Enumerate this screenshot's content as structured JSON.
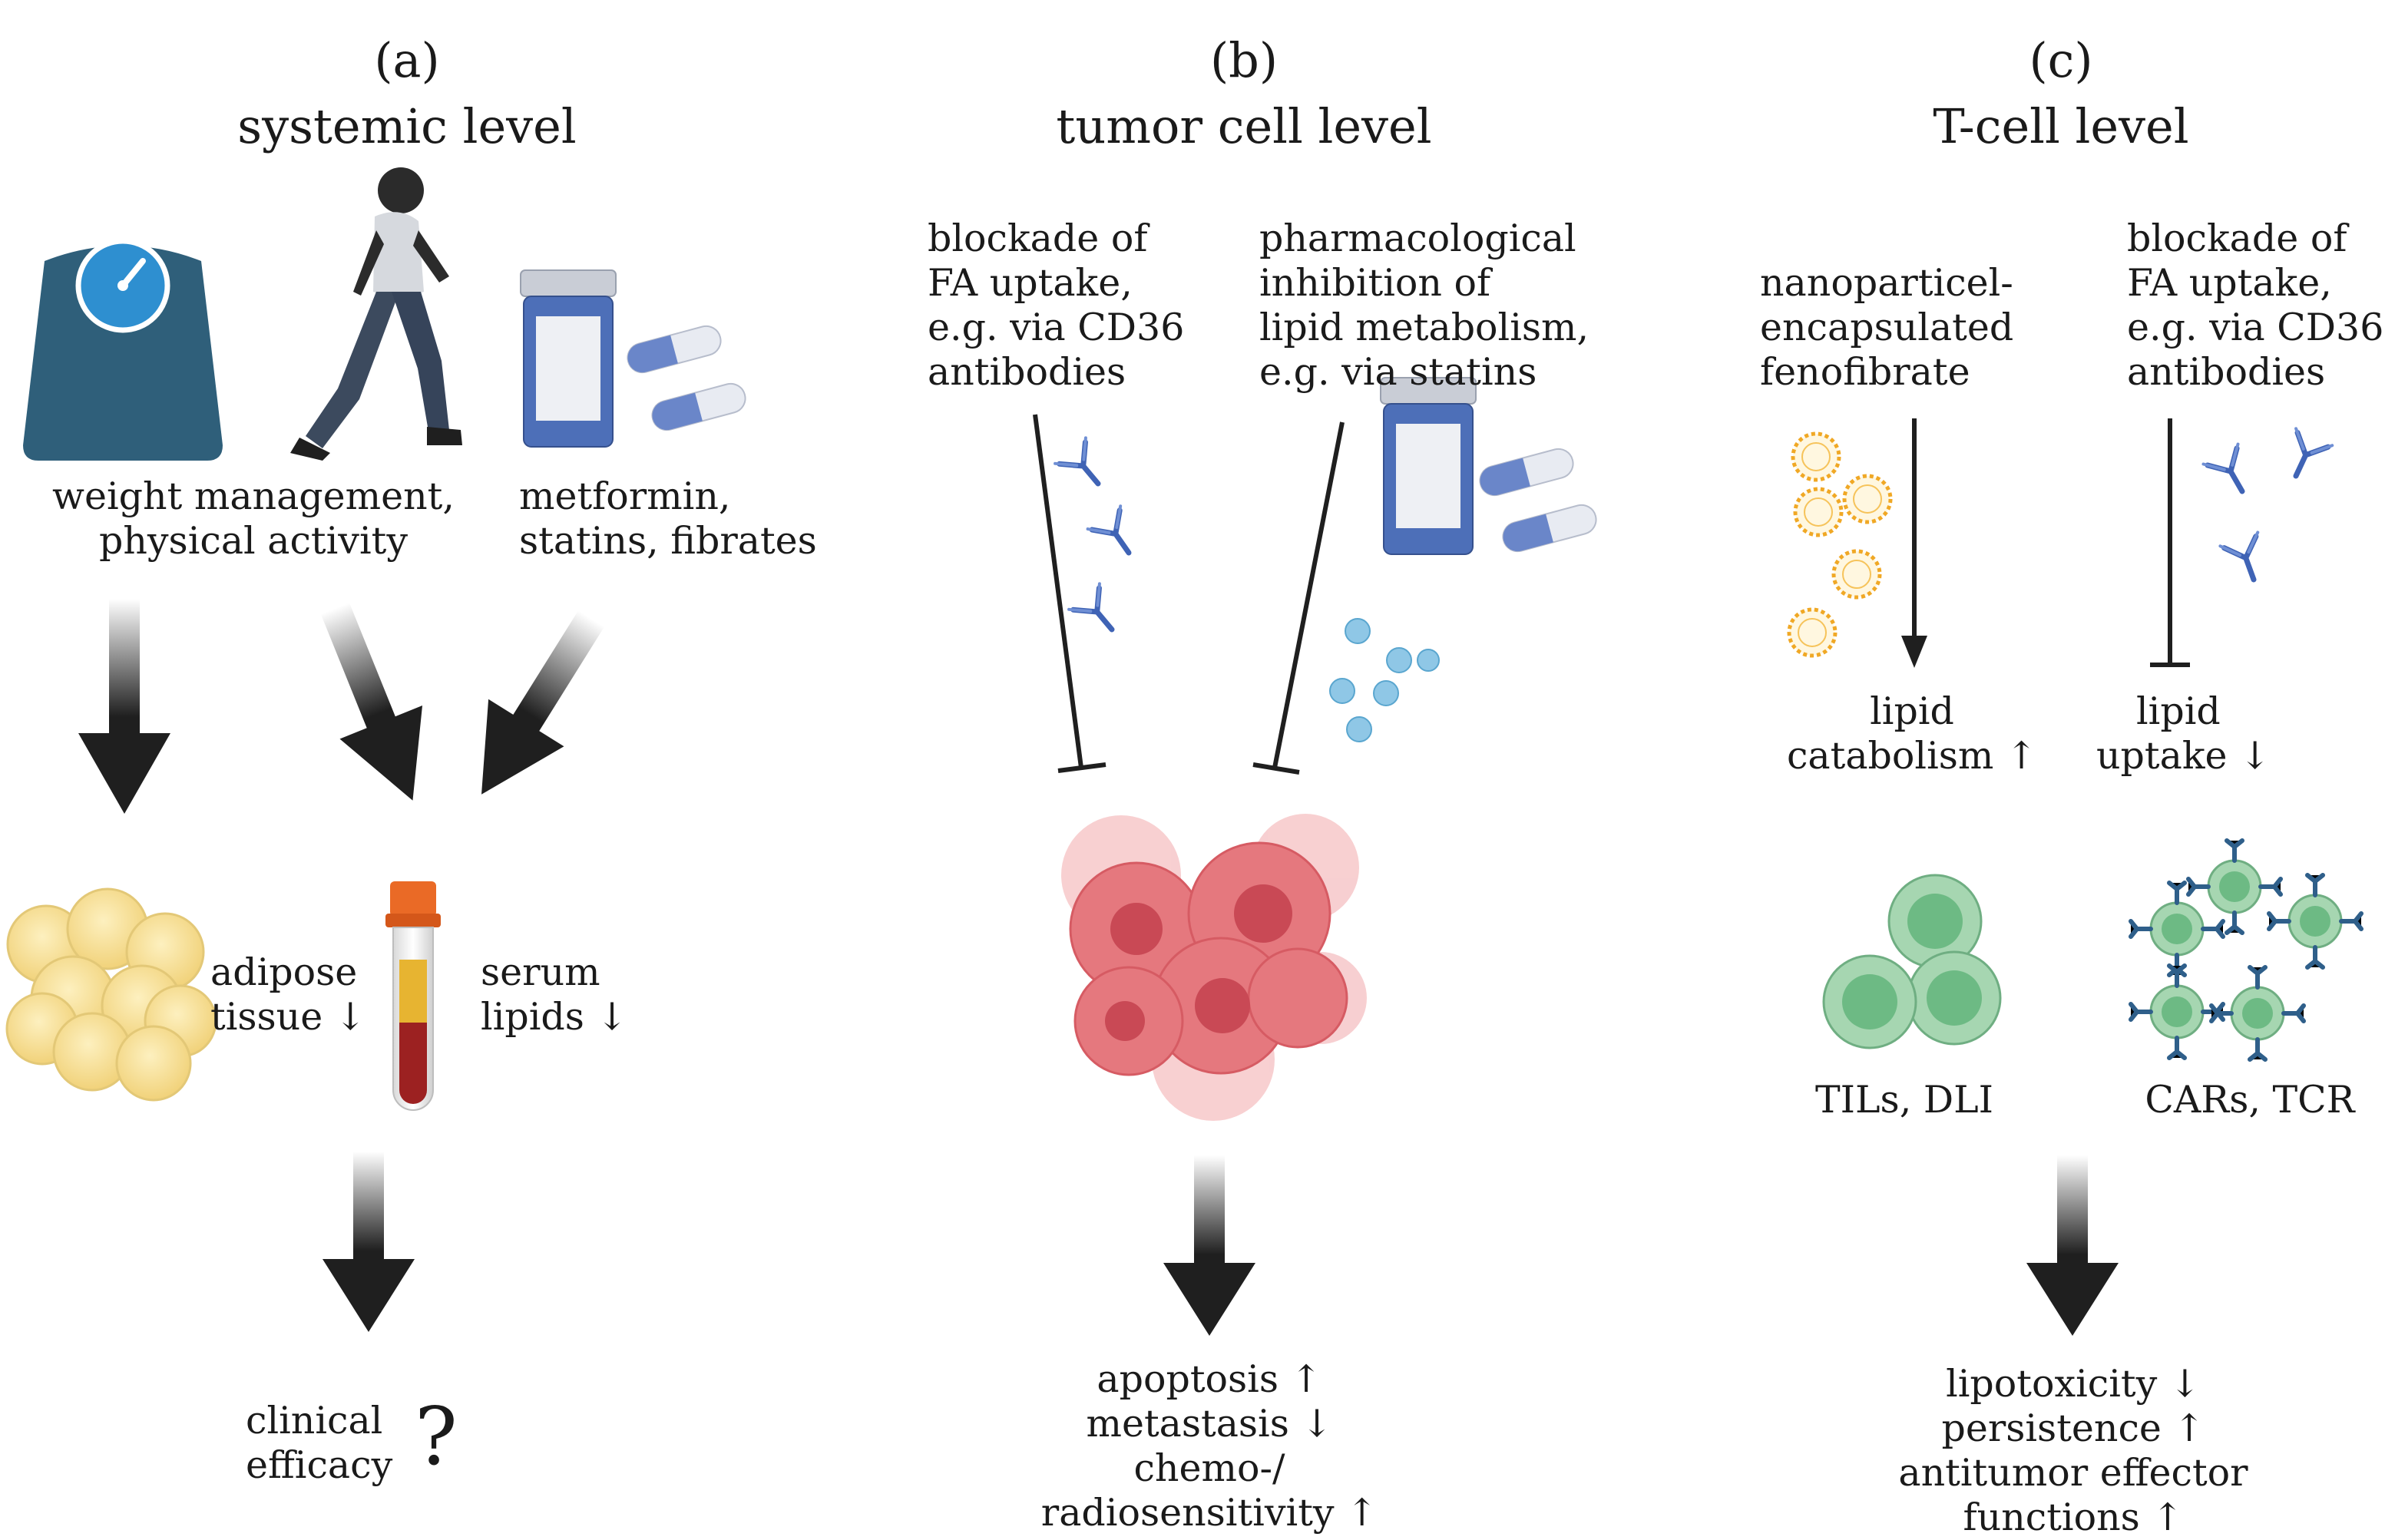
{
  "panels": {
    "a": {
      "letter": "(a)",
      "title": "systemic level",
      "intervention_left": [
        "weight management,",
        "physical activity"
      ],
      "intervention_right": [
        "metformin,",
        "statins, fibrates"
      ],
      "effect_adipose": [
        "adipose",
        "tissue ↓"
      ],
      "effect_serum": [
        "serum",
        "lipids ↓"
      ],
      "outcome": [
        "clinical",
        "efficacy"
      ],
      "outcome_mark": "?"
    },
    "b": {
      "letter": "(b)",
      "title": "tumor cell level",
      "intervention_left": [
        "blockade of",
        "FA uptake,",
        "e.g. via CD36",
        "antibodies"
      ],
      "intervention_right": [
        "pharmacological",
        "inhibition of",
        "lipid metabolism,",
        "e.g. via statins"
      ],
      "outcome": [
        "apoptosis ↑",
        "metastasis ↓",
        "chemo-/",
        "radiosensitivity ↑"
      ]
    },
    "c": {
      "letter": "(c)",
      "title": "T-cell level",
      "intervention_left": [
        "nanoparticel-",
        "encapsulated",
        "fenofibrate"
      ],
      "intervention_right": [
        "blockade of",
        "FA uptake,",
        "e.g. via CD36",
        "antibodies"
      ],
      "effect_left": [
        "lipid",
        "catabolism ↑"
      ],
      "effect_right": [
        "lipid",
        "uptake ↓"
      ],
      "cells_left": "TILs, DLI",
      "cells_right": "CARs, TCR",
      "outcome": [
        "lipotoxicity ↓",
        "persistence ↑",
        "antitumor effector",
        "functions ↑"
      ]
    }
  },
  "colors": {
    "arrow": "#1f1f1f",
    "scale": "#2f5f7a",
    "scale_dial": "#2e8fd0",
    "pill_blue": "#6a86c9",
    "antibody": "#3f63b5",
    "tumor": "#e5787e",
    "nanoparticle": "#f0a825",
    "tcell": "#86c79a",
    "blood": "#9c2121",
    "serum": "#e7b431",
    "adipose": "#f7df96"
  },
  "icons": [
    "weighing-scale-icon",
    "walking-person-icon",
    "pill-bottle-icon",
    "capsule-icon",
    "fat-cells-icon",
    "blood-tube-icon",
    "antibody-icon",
    "tumor-cells-icon",
    "nanoparticle-icon",
    "t-cell-icon",
    "car-t-cell-icon",
    "molecule-icon"
  ]
}
